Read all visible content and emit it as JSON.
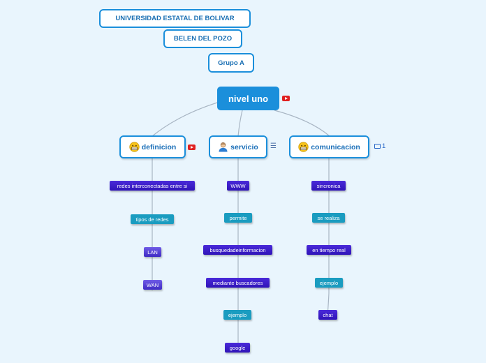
{
  "header": {
    "university": "UNIVERSIDAD ESTATAL DE BOLIVAR",
    "author": "BELEN DEL POZO",
    "group": "Grupo A"
  },
  "central": {
    "label": "nivel uno"
  },
  "branches": [
    {
      "label": "definicion",
      "icon": "grinning-emoji",
      "attachment": "youtube-icon"
    },
    {
      "label": "servicio",
      "icon": "user-avatar",
      "attachment": "note-icon"
    },
    {
      "label": "comunicacion",
      "icon": "grinning-emoji",
      "attachment": "comment-icon",
      "comment_count": "1"
    }
  ],
  "definicion_children": [
    "redes interconectadas entre si",
    "tipos de redes",
    "LAN",
    "WAN"
  ],
  "servicio_children": [
    "WWW",
    "permite",
    "busquedadeinformacion",
    "mediante buscadores",
    "ejemplo",
    "google"
  ],
  "comunicacion_children": [
    "sincronica",
    "se realiza",
    "en tiempo real",
    "ejemplo",
    "chat"
  ],
  "colors": {
    "accent": "#1b8fdb",
    "leaf_dark": "#3418c4",
    "leaf_teal": "#1a9cc0",
    "background": "#e9f5fd"
  }
}
